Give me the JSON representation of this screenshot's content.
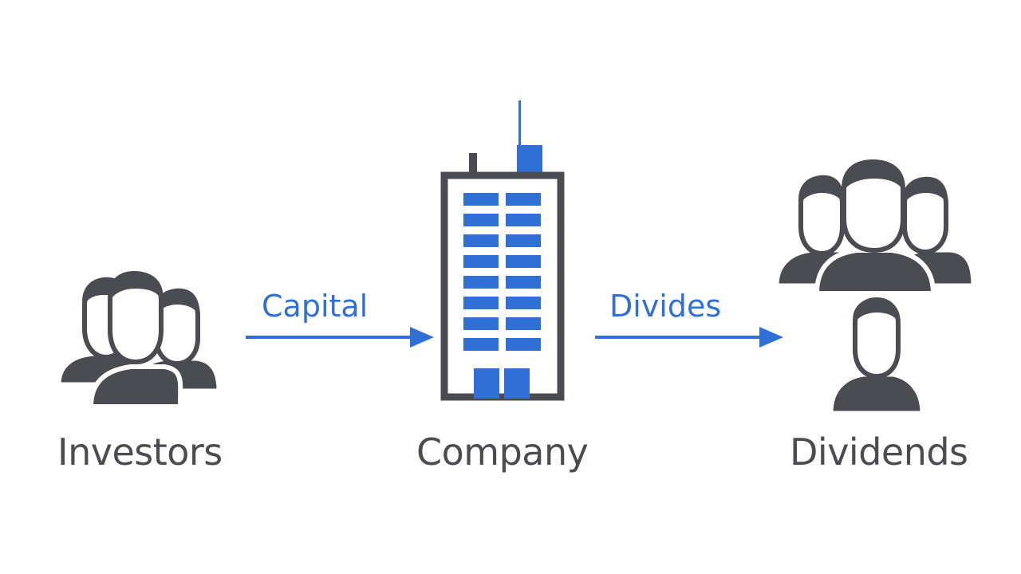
{
  "diagram": {
    "nodes": [
      {
        "id": "investors",
        "label": "Investors",
        "icon": "people-group-icon"
      },
      {
        "id": "company",
        "label": "Company",
        "icon": "office-building-icon"
      },
      {
        "id": "dividends",
        "label": "Dividends",
        "icon": "shareholders-icon"
      }
    ],
    "edges": [
      {
        "from": "investors",
        "to": "company",
        "label": "Capital"
      },
      {
        "from": "company",
        "to": "dividends",
        "label": "Divides"
      }
    ]
  },
  "colors": {
    "icon_gray": "#4a4c51",
    "accent_blue": "#2f6fd6",
    "background": "#ffffff"
  }
}
